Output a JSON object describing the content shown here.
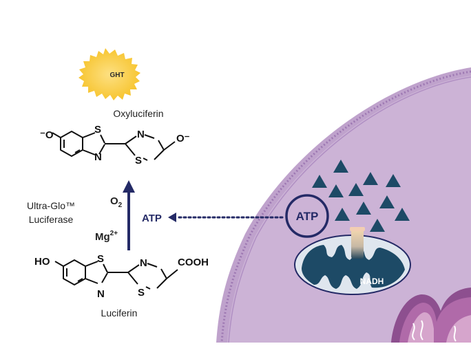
{
  "labels": {
    "light": "GHT",
    "oxyluciferin": "Oxyluciferin",
    "luciferin": "Luciferin",
    "enzyme_line1": "Ultra-Glo™",
    "enzyme_line2": "Luciferase",
    "o2": "O",
    "o2_sub": "2",
    "mg": "Mg",
    "mg_sup": "2+",
    "atp_arrow": "ATP",
    "atp_circle": "ATP",
    "nadh": "NADH"
  },
  "structure": {
    "oxy_left": "⁻O",
    "oxy_right": "O⁻",
    "oxy_s1": "S",
    "oxy_n1": "N",
    "oxy_n2": "N",
    "oxy_s2": "S",
    "luc_left": "HO",
    "luc_right": "COOH",
    "luc_s1": "S",
    "luc_n1": "N",
    "luc_n2": "N",
    "luc_s2": "S"
  },
  "colors": {
    "navy": "#242a66",
    "cell": "#ccb3d6",
    "cell_rim": "#a785ba",
    "triangle": "#1d4a66",
    "sun": "#f7c531",
    "mito_outer": "#dfe6ee",
    "mito_inner": "#1d4a66"
  },
  "icons": [
    "sun-burst-icon",
    "atp-triangle-icon"
  ]
}
